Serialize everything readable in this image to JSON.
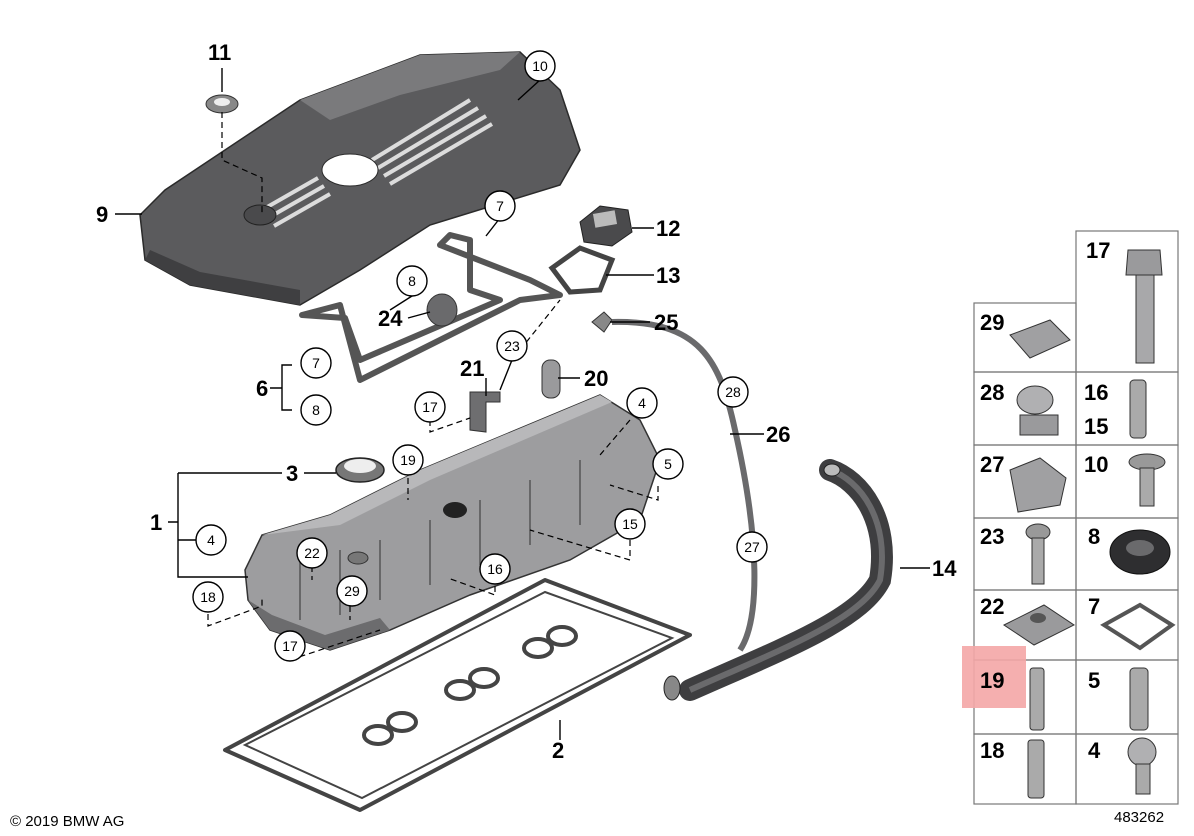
{
  "diagram": {
    "copyright": "© 2019 BMW AG",
    "diagram_number": "483262",
    "highlighted_part": "19",
    "highlight_color": "#f4a6a6",
    "callouts": {
      "c1": "1",
      "c2": "2",
      "c3": "3",
      "c4a": "4",
      "c4b": "4",
      "c5": "5",
      "c6": "6",
      "c7a": "7",
      "c7b": "7",
      "c8a": "8",
      "c8b": "8",
      "c9": "9",
      "c10": "10",
      "c11": "11",
      "c12": "12",
      "c13": "13",
      "c14": "14",
      "c15": "15",
      "c16": "16",
      "c17a": "17",
      "c17b": "17",
      "c18": "18",
      "c19": "19",
      "c20": "20",
      "c21": "21",
      "c22": "22",
      "c23": "23",
      "c24": "24",
      "c25": "25",
      "c26": "26",
      "c27": "27",
      "c28": "28",
      "c29": "29"
    },
    "parts_table": {
      "t17": "17",
      "t29": "29",
      "t28": "28",
      "t16": "16",
      "t15": "15",
      "t27": "27",
      "t10": "10",
      "t23": "23",
      "t8": "8",
      "t22": "22",
      "t7": "7",
      "t19": "19",
      "t5": "5",
      "t18": "18",
      "t4": "4"
    }
  }
}
